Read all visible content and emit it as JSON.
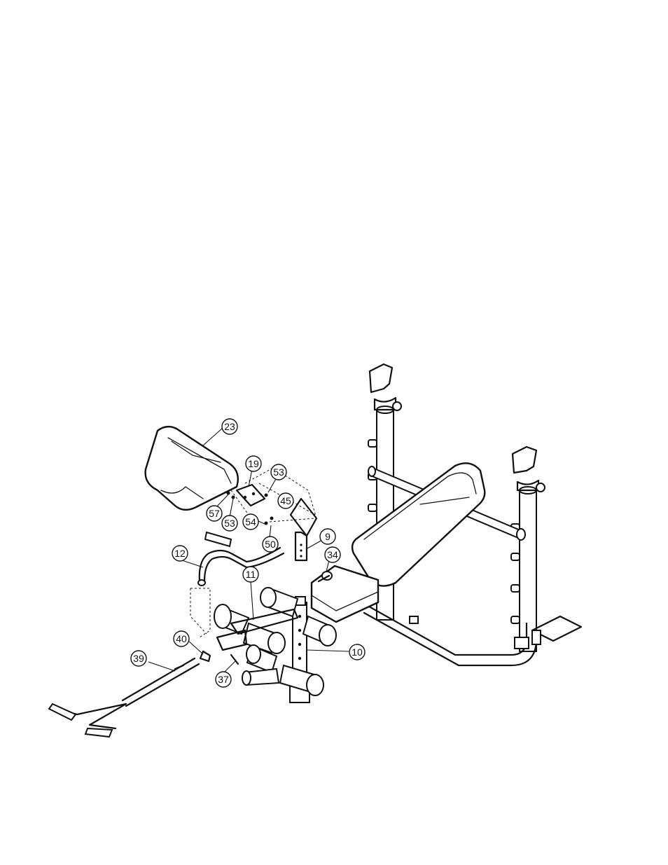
{
  "diagram": {
    "callouts": [
      {
        "id": "23",
        "label": "23"
      },
      {
        "id": "19",
        "label": "19"
      },
      {
        "id": "53a",
        "label": "53"
      },
      {
        "id": "45",
        "label": "45"
      },
      {
        "id": "57",
        "label": "57"
      },
      {
        "id": "53b",
        "label": "53"
      },
      {
        "id": "54",
        "label": "54"
      },
      {
        "id": "50",
        "label": "50"
      },
      {
        "id": "9",
        "label": "9"
      },
      {
        "id": "12",
        "label": "12"
      },
      {
        "id": "34",
        "label": "34"
      },
      {
        "id": "11",
        "label": "11"
      },
      {
        "id": "40",
        "label": "40"
      },
      {
        "id": "10",
        "label": "10"
      },
      {
        "id": "39",
        "label": "39"
      },
      {
        "id": "37",
        "label": "37"
      }
    ]
  }
}
